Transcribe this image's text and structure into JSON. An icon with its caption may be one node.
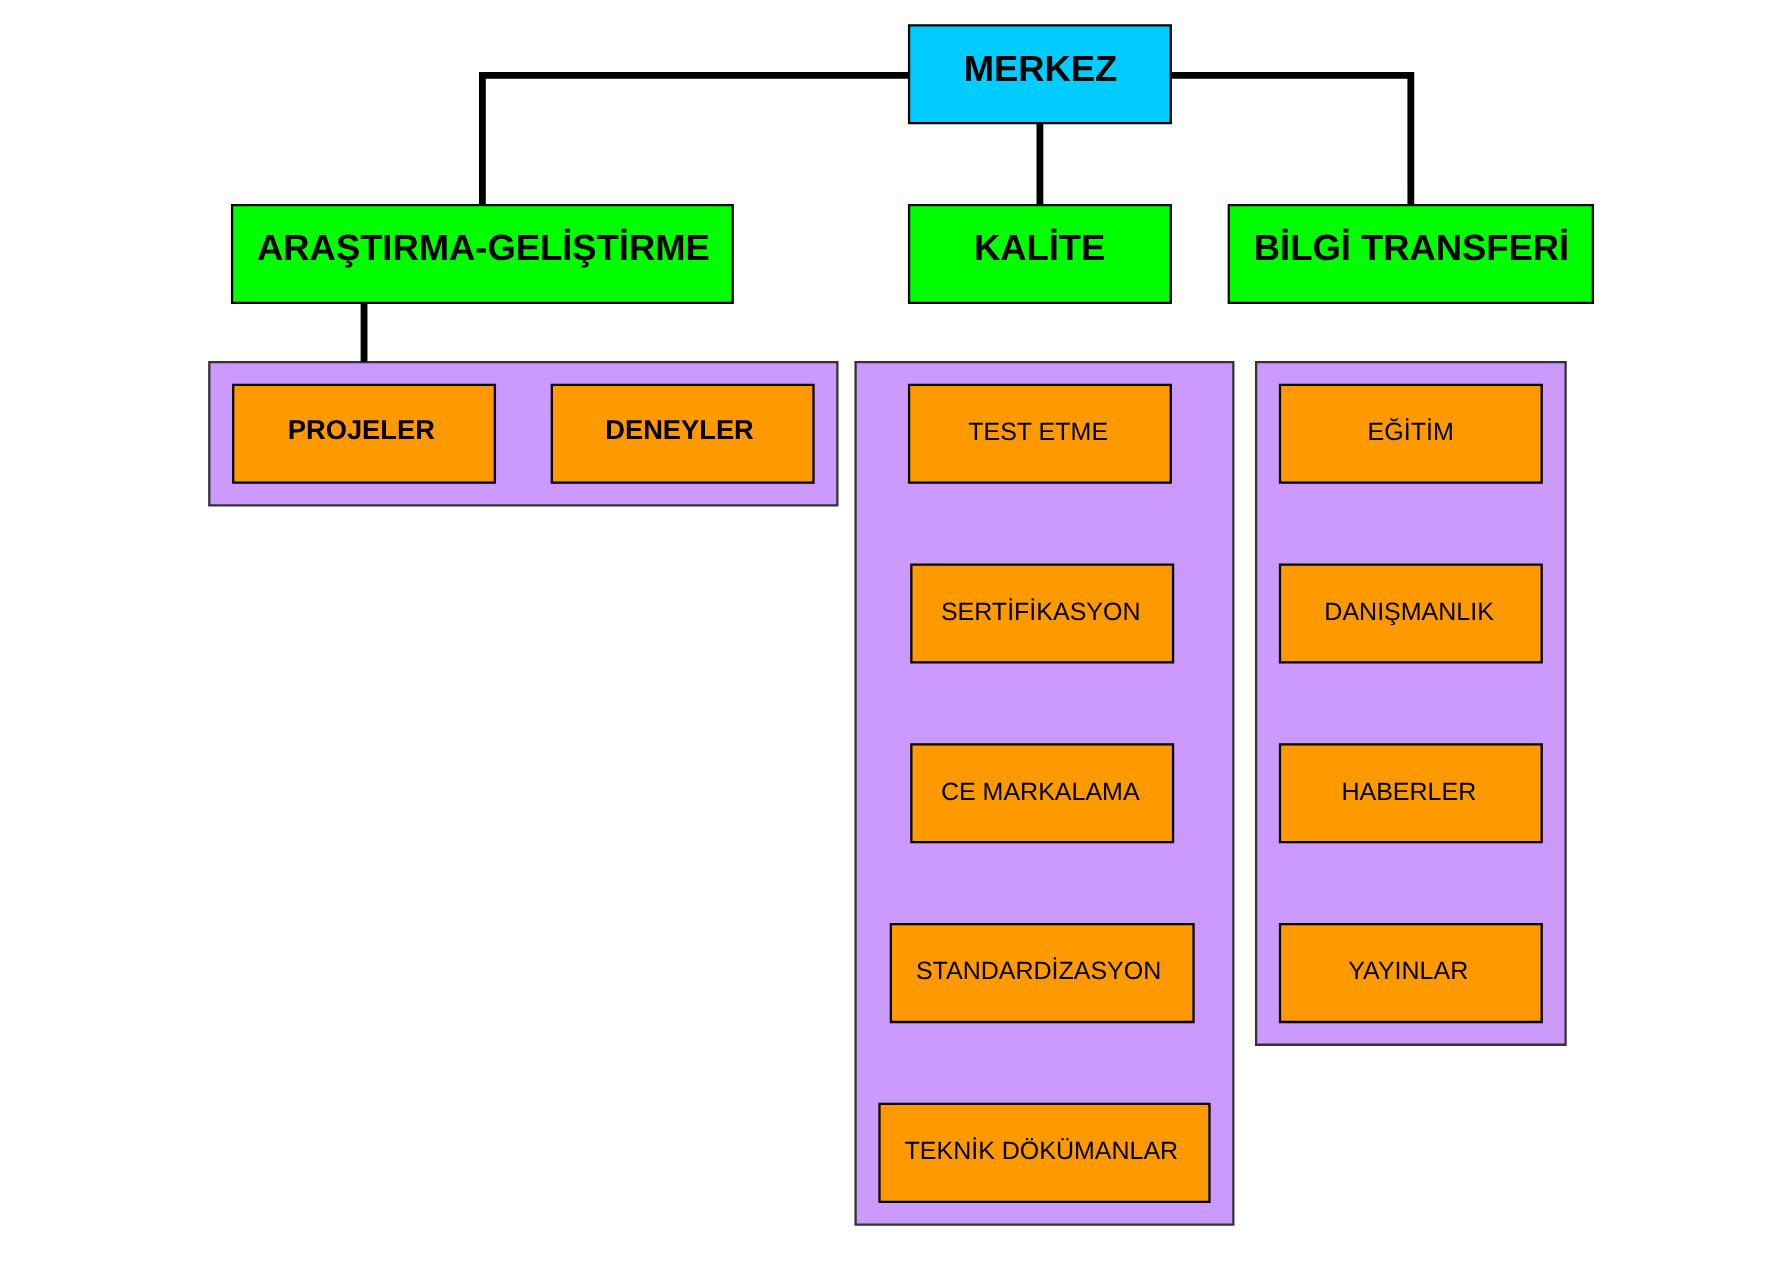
{
  "diagram": {
    "nodes": [
      {
        "text": [
          "MERKEZ"
        ]
      },
      {
        "text": [
          "ARAŞTIRMA-GELİŞTİRME"
        ]
      },
      {
        "text": [],
        "shape": "box"
      },
      {
        "text": [
          "PROJELER"
        ],
        "in": 2
      },
      {
        "text": [
          "DENEYLER"
        ],
        "in": 2
      },
      {
        "text": [
          "KALİTE"
        ]
      },
      {
        "text": [],
        "shape": "box"
      },
      {
        "text": [
          "TEST ETME"
        ],
        "in": 6
      },
      {
        "text": [
          "SERTİFİKASYON"
        ],
        "in": 6
      },
      {
        "text": [
          "CE MARKALAMA"
        ],
        "in": 6
      },
      {
        "text": [
          "STANDARDİZASYON"
        ],
        "in": 6
      },
      {
        "text": [
          "TEKNİK DÖKÜMANLAR"
        ],
        "in": 6
      },
      {
        "text": [
          "BİLGİ TRANSFERİ"
        ]
      },
      {
        "text": [],
        "shape": "box"
      },
      {
        "text": [
          "EĞİTİM"
        ],
        "in": 13
      },
      {
        "text": [
          "DANIŞMANLIK"
        ],
        "in": 13
      },
      {
        "text": [
          "HABERLER"
        ],
        "in": 13
      },
      {
        "text": [
          "YAYINLAR"
        ],
        "in": 13
      }
    ],
    "edges": [
      {
        "from": 0,
        "to": 1,
        "arrow": "none"
      },
      {
        "from": 0,
        "to": 5,
        "arrow": "none"
      },
      {
        "from": 0,
        "to": 12,
        "arrow": "none"
      },
      {
        "from": 1,
        "to": 2,
        "arrow": "none"
      }
    ]
  }
}
